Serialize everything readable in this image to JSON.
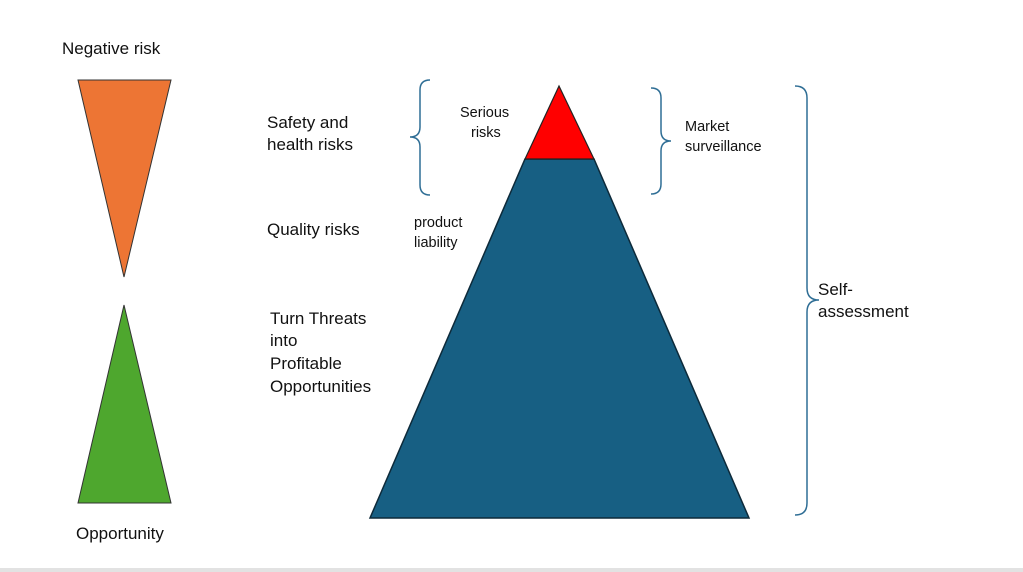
{
  "left": {
    "negative_risk": "Negative risk",
    "opportunity": "Opportunity"
  },
  "middle": {
    "safety_line1": "Safety and",
    "safety_line2": "health risks",
    "quality": "Quality risks",
    "turn_line1": "Turn Threats",
    "turn_line2": "into",
    "turn_line3": "Profitable",
    "turn_line4": "Opportunities"
  },
  "pyramid": {
    "serious_line1": "Serious",
    "serious_line2": "risks",
    "liability_line1": "product",
    "liability_line2": "liability",
    "market_line1": "Market",
    "market_line2": "surveillance",
    "self_line1": "Self-",
    "self_line2": "assessment"
  },
  "colors": {
    "negative": "#ED7534",
    "opportunity": "#4EA72E",
    "serious": "#FF0000",
    "pyramid": "#175F83",
    "brace": "#2F6E95"
  }
}
